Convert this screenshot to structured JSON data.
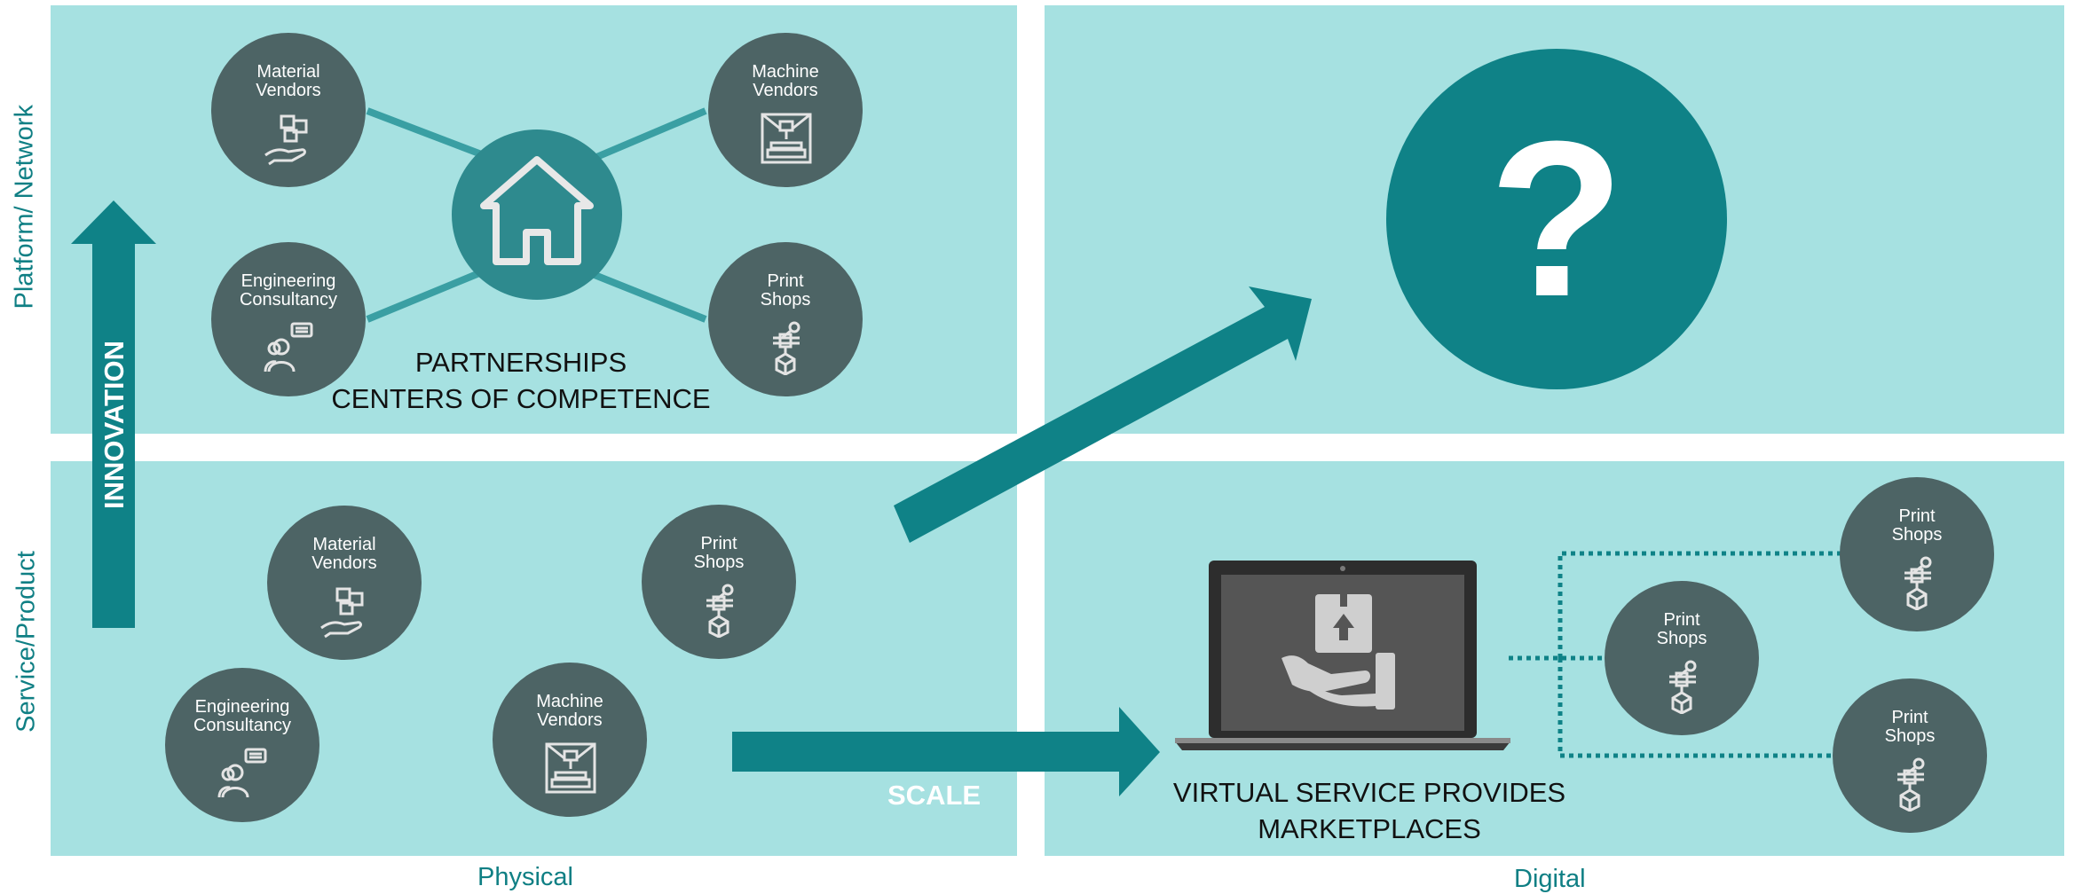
{
  "colors": {
    "quadrant_bg": "#a6e1e1",
    "node_bg": "#4d6465",
    "hub_bg": "#2e8a8e",
    "teal": "#0f8287",
    "connector": "#3a9fa3",
    "axis_text": "#0f7f84"
  },
  "axes": {
    "y_top": "Platform/ Network",
    "y_bottom": "Service/Product",
    "x_left": "Physical",
    "x_right": "Digital"
  },
  "arrows": {
    "innovation": "INNOVATION",
    "scale": "SCALE"
  },
  "quadrants": {
    "top_left": {
      "caption_line1": "PARTNERSHIPS",
      "caption_line2": "CENTERS OF COMPETENCE",
      "hub_icon": "house-icon",
      "nodes": [
        {
          "label": "Material\nVendors",
          "icon": "material-box-hand-icon"
        },
        {
          "label": "Machine\nVendors",
          "icon": "machine-printer-icon"
        },
        {
          "label": "Engineering\nConsultancy",
          "icon": "consultant-speech-icon"
        },
        {
          "label": "Print\nShops",
          "icon": "robot-arm-icon"
        }
      ]
    },
    "top_right": {
      "symbol": "?"
    },
    "bottom_left": {
      "nodes": [
        {
          "label": "Material\nVendors",
          "icon": "material-box-hand-icon"
        },
        {
          "label": "Print\nShops",
          "icon": "robot-arm-icon"
        },
        {
          "label": "Engineering\nConsultancy",
          "icon": "consultant-speech-icon"
        },
        {
          "label": "Machine\nVendors",
          "icon": "machine-printer-icon"
        }
      ]
    },
    "bottom_right": {
      "caption_line1": "VIRTUAL SERVICE PROVIDES",
      "caption_line2": "MARKETPLACES",
      "laptop_icon": "laptop-upload-hand-icon",
      "nodes": [
        {
          "label": "Print\nShops",
          "icon": "robot-arm-icon"
        },
        {
          "label": "Print\nShops",
          "icon": "robot-arm-icon"
        },
        {
          "label": "Print\nShops",
          "icon": "robot-arm-icon"
        }
      ]
    }
  }
}
